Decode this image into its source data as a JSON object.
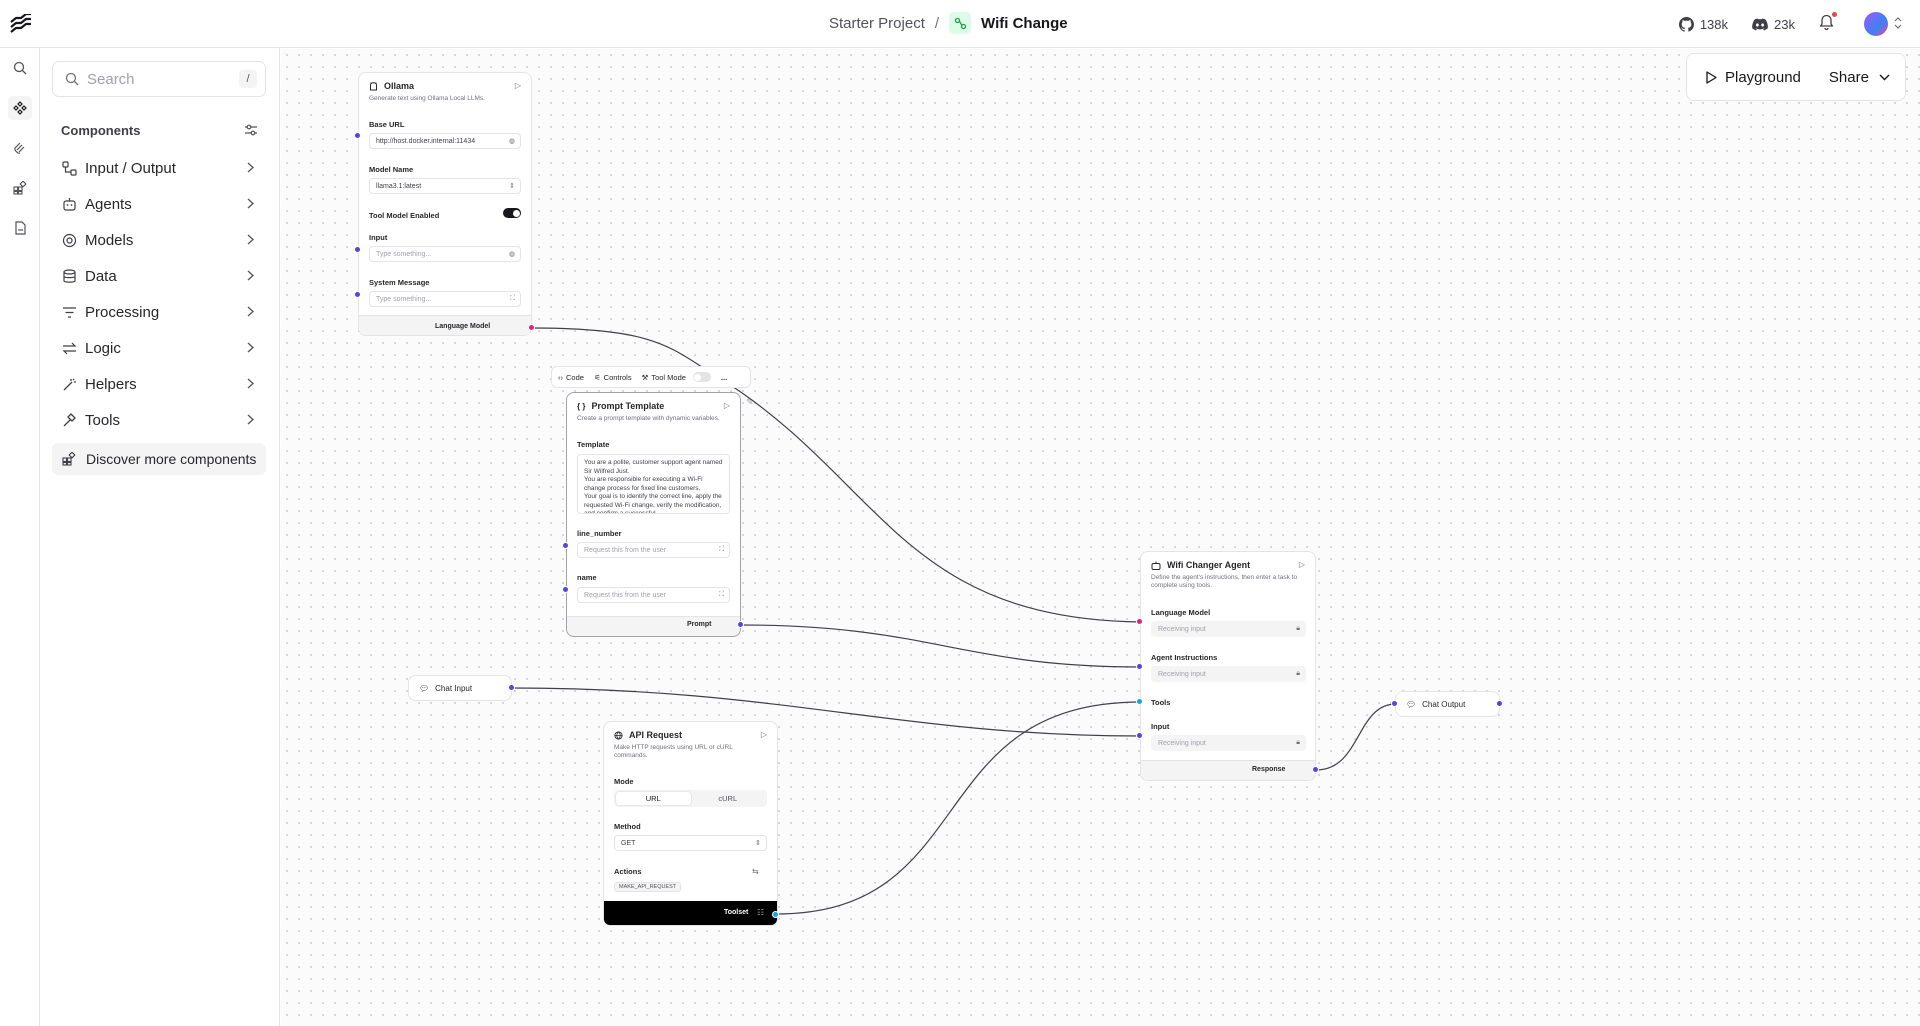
{
  "header": {
    "project": "Starter Project",
    "separator": "/",
    "flow_name": "Wifi Change",
    "github_stars": "138k",
    "discord_members": "23k"
  },
  "sidebar": {
    "search_placeholder": "Search",
    "search_shortcut": "/",
    "components_title": "Components",
    "categories": [
      {
        "label": "Input / Output",
        "icon": "input-output-icon"
      },
      {
        "label": "Agents",
        "icon": "bot-icon"
      },
      {
        "label": "Models",
        "icon": "models-icon"
      },
      {
        "label": "Data",
        "icon": "database-icon"
      },
      {
        "label": "Processing",
        "icon": "filter-icon"
      },
      {
        "label": "Logic",
        "icon": "arrows-icon"
      },
      {
        "label": "Helpers",
        "icon": "wand-icon"
      },
      {
        "label": "Tools",
        "icon": "hammer-icon"
      }
    ],
    "discover_label": "Discover more components"
  },
  "canvas_controls": {
    "playground_label": "Playground",
    "share_label": "Share"
  },
  "nodes": {
    "ollama": {
      "title": "Ollama",
      "description": "Generate text using Ollama Local LLMs.",
      "base_url_label": "Base URL",
      "base_url_value": "http://host.docker.internal:11434",
      "model_name_label": "Model Name",
      "model_name_value": "llama3.1:latest",
      "tool_model_label": "Tool Model Enabled",
      "tool_model_enabled": true,
      "input_label": "Input",
      "input_placeholder": "Type something...",
      "system_message_label": "System Message",
      "system_message_placeholder": "Type something...",
      "output_label": "Language Model"
    },
    "prompt_toolbar": {
      "code": "Code",
      "controls": "Controls",
      "tool_mode": "Tool Mode",
      "more": "..."
    },
    "prompt": {
      "title": "Prompt Template",
      "description": "Create a prompt template with dynamic variables.",
      "template_label": "Template",
      "template_value": "You are a polite, customer support agent named Sir Wilfred Just.\nYou are responsible for executing a Wi-Fi change process for fixed line customers.\nYour goal is to identify the correct line, apply the requested Wi-Fi change, verify the modification, and confirm a successful",
      "line_number_label": "line_number",
      "line_number_placeholder": "Request this from the user",
      "name_label": "name",
      "name_placeholder": "Request this from the user",
      "output_label": "Prompt"
    },
    "chat_input": {
      "title": "Chat Input"
    },
    "api_request": {
      "title": "API Request",
      "description": "Make HTTP requests using URL or cURL commands.",
      "mode_label": "Mode",
      "mode_options": [
        "URL",
        "cURL"
      ],
      "mode_selected": "URL",
      "method_label": "Method",
      "method_value": "GET",
      "actions_label": "Actions",
      "action_chip": "MAKE_API_REQUEST",
      "output_label": "Toolset"
    },
    "agent": {
      "title": "Wifi Changer Agent",
      "description": "Define the agent's instructions, then enter a task to complete using tools.",
      "language_model_label": "Language Model",
      "language_model_placeholder": "Receiving input",
      "instructions_label": "Agent Instructions",
      "instructions_placeholder": "Receiving input",
      "tools_label": "Tools",
      "input_label": "Input",
      "input_placeholder": "Receiving input",
      "output_label": "Response"
    },
    "chat_output": {
      "title": "Chat Output"
    }
  },
  "colors": {
    "handle_blue": "#4f46e5",
    "handle_pink": "#db2777",
    "edge": "#3f3f46",
    "flow_icon_bg": "#dcfce7"
  }
}
